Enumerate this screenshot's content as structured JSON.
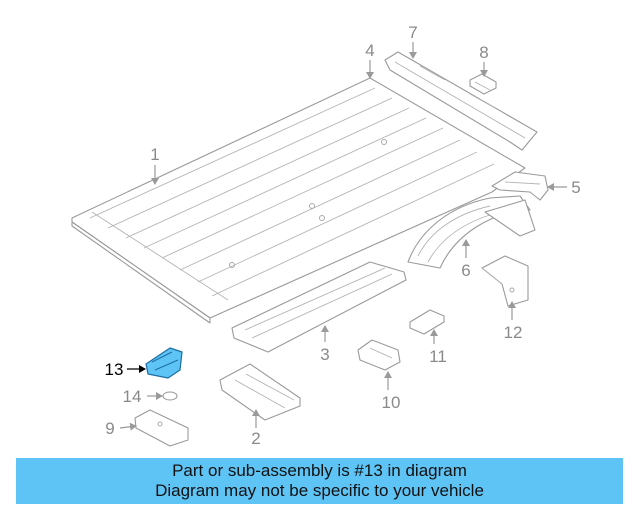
{
  "callouts": {
    "p1": "1",
    "p2": "2",
    "p3": "3",
    "p4": "4",
    "p5": "5",
    "p6": "6",
    "p7": "7",
    "p8": "8",
    "p9": "9",
    "p10": "10",
    "p11": "11",
    "p12": "12",
    "p13": "13",
    "p14": "14"
  },
  "highlight": {
    "part_number": "13",
    "color": "#5ec4f5"
  },
  "banner": {
    "line1": "Part or sub-assembly is #13 in diagram",
    "line2": "Diagram may not be specific to your vehicle",
    "background": "#5ec4f5"
  }
}
